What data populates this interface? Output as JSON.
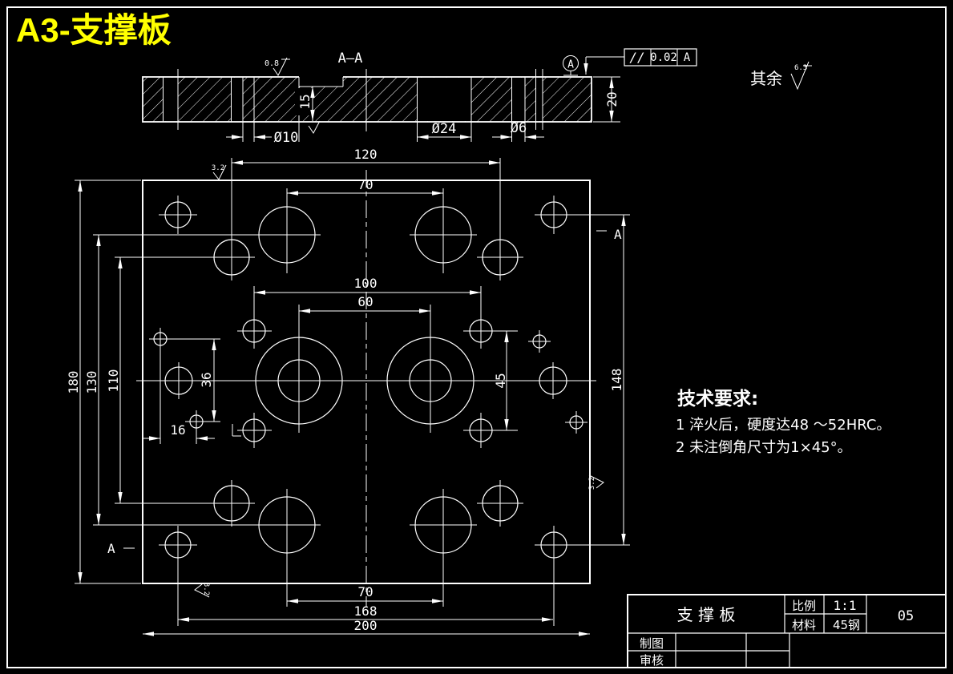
{
  "window": {
    "title": "A3-支撑板"
  },
  "colors": {
    "background": "#000000",
    "line": "#ffffff",
    "title_text": "#ffff00"
  },
  "section_view": {
    "label": "A—A",
    "roughness_top": "0.8",
    "datum_label": "A",
    "tolerance_frame": {
      "symbol": "//",
      "value": "0.02",
      "datum": "A"
    },
    "dim_hole10": "Ø10",
    "dim_hole24": "Ø24",
    "dim_hole6": "Ø6",
    "dim_depth": "15",
    "dim_thickness": "20"
  },
  "general_roughness": {
    "prefix": "其余",
    "value": "6.3"
  },
  "plan_view": {
    "dim_120": "120",
    "dim_70_top": "70",
    "dim_100": "100",
    "dim_60": "60",
    "dim_45": "45",
    "dim_36": "36",
    "dim_16": "16",
    "dim_180": "180",
    "dim_130": "130",
    "dim_110": "110",
    "dim_148": "148",
    "dim_70_bottom": "70",
    "dim_168": "168",
    "dim_200": "200",
    "section_mark": "A",
    "roughness_local": "3.2"
  },
  "tech_requirements": {
    "heading": "技术要求:",
    "item1": "1 淬火后，硬度达48 ～52HRC。",
    "item2": "2 未注倒角尺寸为1×45°。"
  },
  "title_block": {
    "part_name": "支 撑 板",
    "scale_label": "比例",
    "scale_value": "1:1",
    "material_label": "材料",
    "material_value": "45钢",
    "drawing_number": "05",
    "drawn_by_label": "制图",
    "checked_by_label": "审核"
  }
}
